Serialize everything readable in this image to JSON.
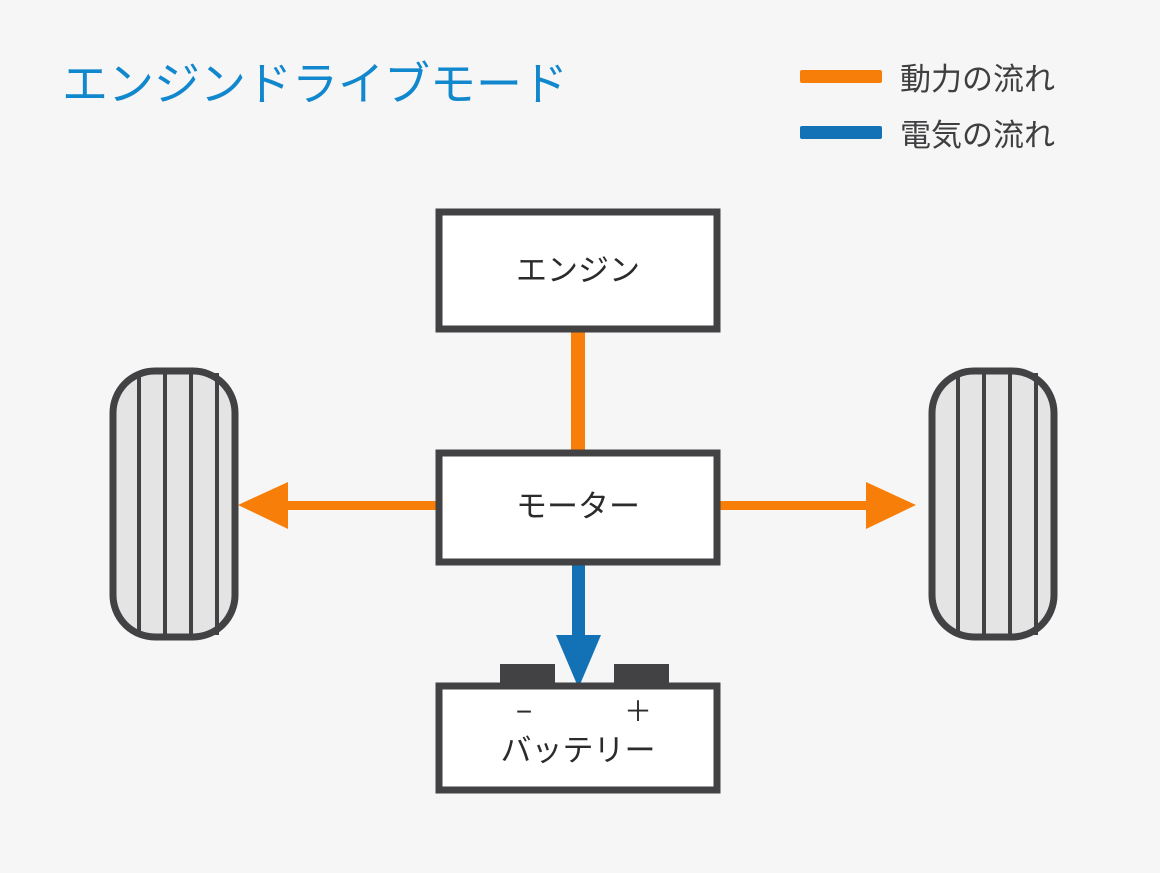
{
  "page": {
    "title": "エンジンドライブモード",
    "background_color": "#f6f6f6"
  },
  "colors": {
    "power_flow": "#f77f09",
    "electric_flow": "#1272b5",
    "title": "#1187ce",
    "stroke": "#424244",
    "box_fill": "#ffffff",
    "tire_fill": "#e4e4e4",
    "text": "#2b2b2b",
    "legend_text": "#3f3f41"
  },
  "legend": {
    "items": [
      {
        "label": "動力の流れ",
        "color": "#f77f09",
        "key": "power-flow"
      },
      {
        "label": "電気の流れ",
        "color": "#1272b5",
        "key": "electric-flow"
      }
    ]
  },
  "nodes": {
    "engine": {
      "label": "エンジン"
    },
    "motor": {
      "label": "モーター"
    },
    "battery": {
      "label": "バッテリー",
      "negative_symbol": "−",
      "positive_symbol": "＋"
    },
    "wheel_left": {
      "label": ""
    },
    "wheel_right": {
      "label": ""
    }
  },
  "flows": [
    {
      "from": "engine",
      "to": "motor",
      "type": "power",
      "color": "#f77f09",
      "arrowhead": false,
      "direction": "down"
    },
    {
      "from": "motor",
      "to": "wheel_left",
      "type": "power",
      "color": "#f77f09",
      "arrowhead": true,
      "direction": "left"
    },
    {
      "from": "motor",
      "to": "wheel_right",
      "type": "power",
      "color": "#f77f09",
      "arrowhead": true,
      "direction": "right"
    },
    {
      "from": "motor",
      "to": "battery",
      "type": "electric",
      "color": "#1272b5",
      "arrowhead": true,
      "direction": "down"
    }
  ]
}
